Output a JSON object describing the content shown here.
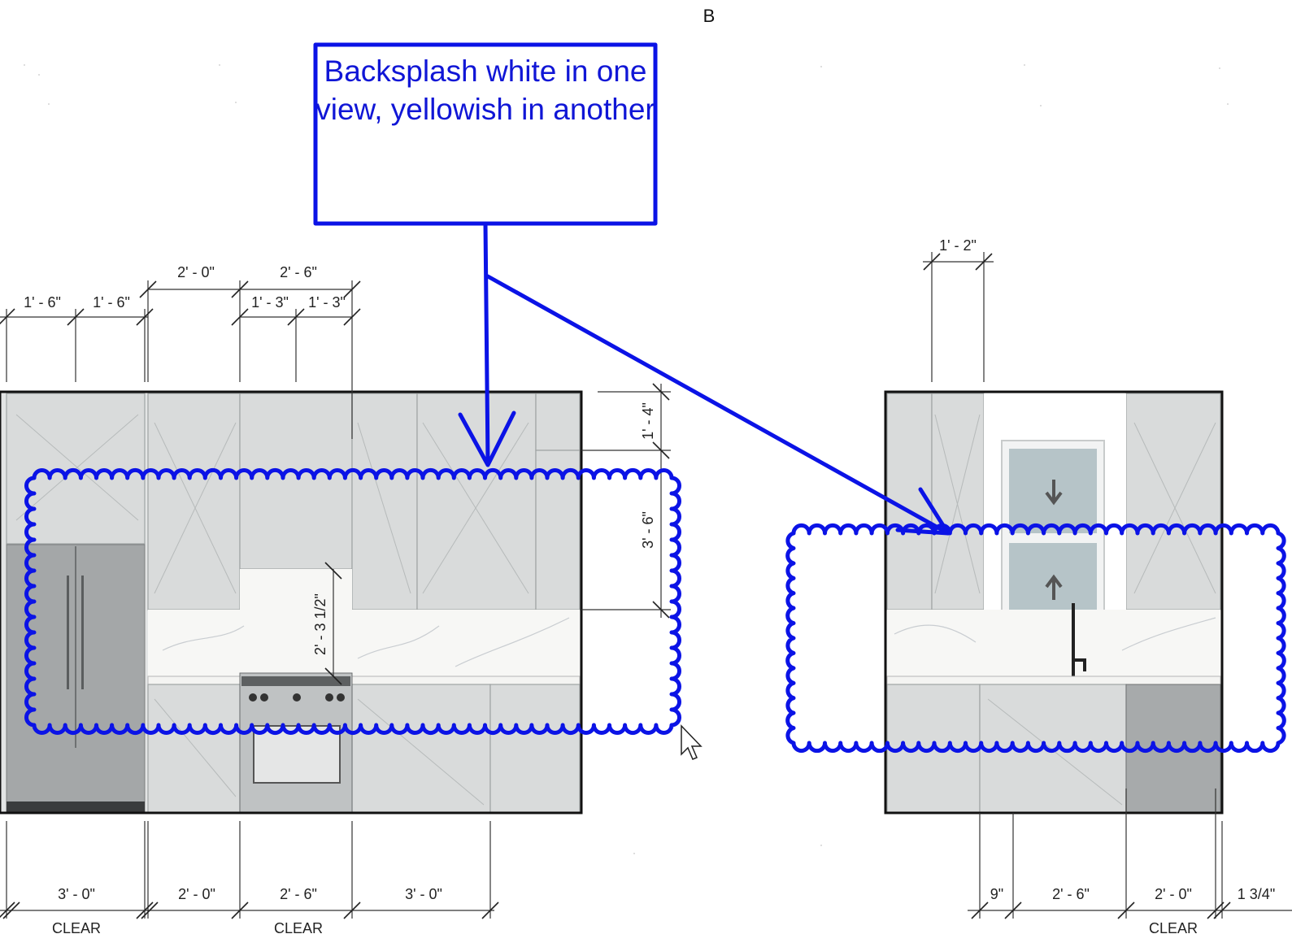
{
  "view_label": "B",
  "annotation": {
    "lines": [
      "Backsplash white in one",
      "view, yellowish in another"
    ],
    "color": "#0b13e6"
  },
  "left_elevation": {
    "top_dims": {
      "upper": [
        "2' - 0\"",
        "2' - 6\""
      ],
      "lower": [
        "1' - 6\"",
        "1' - 6\"",
        "1' - 3\"",
        "1' - 3\""
      ]
    },
    "side_dims": [
      "1' - 4\"",
      "3' - 6\""
    ],
    "inner_dim": "2' - 3 1/2\"",
    "bottom_dims": [
      "3' - 0\"",
      "2' - 0\"",
      "2' - 6\"",
      "3' - 0\""
    ],
    "clear_labels": [
      "CLEAR",
      "CLEAR"
    ]
  },
  "right_elevation": {
    "top_dim": "1' - 2\"",
    "bottom_dims": [
      "9\"",
      "2' - 6\"",
      "2' - 0\"",
      "1 3/4\""
    ],
    "clear_label": "CLEAR"
  }
}
